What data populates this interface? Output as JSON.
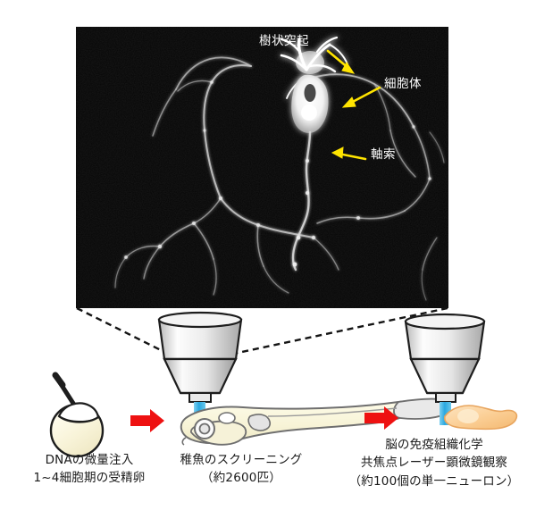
{
  "figure": {
    "background_color": "#ffffff",
    "micrograph": {
      "background_color": "#050505",
      "annotations": [
        {
          "id": "dendrite",
          "label": "樹状突起",
          "arrow_color": "#ffe400",
          "text_color": "#ffffff"
        },
        {
          "id": "soma",
          "label": "細胞体",
          "arrow_color": "#ffe400",
          "text_color": "#ffffff"
        },
        {
          "id": "axon",
          "label": "軸索",
          "arrow_color": "#ffe400",
          "text_color": "#ffffff"
        }
      ]
    },
    "workflow": {
      "arrow_color": "#ee1111",
      "beam_color": "#48b8e8",
      "steps": [
        {
          "id": "injection",
          "icon": "fertilized-egg-with-needle-icon",
          "caption_lines": [
            "DNAの微量注入",
            "1~4細胞期の受精卵"
          ]
        },
        {
          "id": "screening",
          "icon": "microscope-objective-over-larva-icon",
          "caption_lines": [
            "稚魚のスクリーニング",
            "（約2600匹）"
          ]
        },
        {
          "id": "imaging",
          "icon": "microscope-objective-over-brain-icon",
          "caption_lines": [
            "脳の免疫組織化学",
            "共焦点レーザー顕微鏡観察",
            "（約100個の単一ニューロン）"
          ]
        }
      ]
    }
  }
}
